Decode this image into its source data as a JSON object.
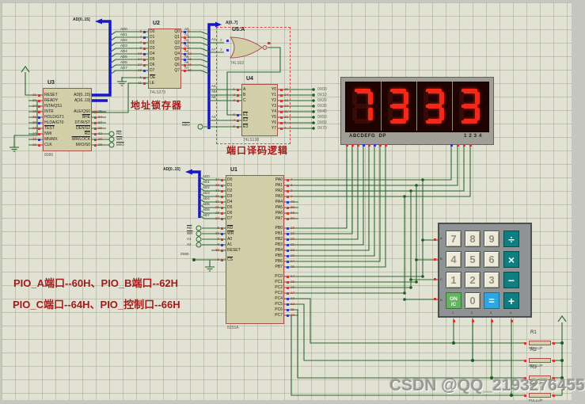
{
  "labels": {
    "address_latch": "地址锁存器",
    "port_decode": "端口译码逻辑",
    "pio_line1": "PIO_A端口--60H、PIO_B端口--62H",
    "pio_line2": "PIO_C端口--64H、PIO_控制口--66H",
    "watermark": "CSDN @QQ_2193276455"
  },
  "buses": {
    "top": "AD[0..15]",
    "mid": "A[0..7]",
    "bottom": "AD[0..15]"
  },
  "chips": {
    "u3": {
      "title": "U3",
      "part": "8086",
      "left": [
        [
          "21",
          "RESET"
        ],
        [
          "22",
          "READY"
        ],
        [
          "24",
          "INTA/QS1"
        ],
        [
          "18",
          "INTR"
        ],
        [
          "31",
          "HOLD/GT1"
        ],
        [
          "30",
          "HLDA/GT0"
        ],
        [
          "23",
          "~TEST"
        ],
        [
          "17",
          "NMI"
        ],
        [
          "33",
          "MN/MX"
        ],
        [
          "19",
          "CLK"
        ]
      ],
      "right": [
        [
          "",
          "AD[0..15]"
        ],
        [
          "",
          "A[16..19]"
        ],
        [
          "25",
          "ALE/QS0"
        ],
        [
          "34",
          "~BHE"
        ],
        [
          "27",
          "DT/R/ST"
        ],
        [
          "26",
          "~DEN/S2"
        ],
        [
          "32",
          "~RD"
        ],
        [
          "29",
          "~WR/LOCK"
        ],
        [
          "28",
          "M/IO/S0"
        ]
      ],
      "states": {
        "l": "rrrrbbrrbr",
        "r": "--rrrrrrr"
      }
    },
    "u2": {
      "title": "U2",
      "part": "74LS373",
      "left": [
        [
          "3",
          "D0"
        ],
        [
          "4",
          "D1"
        ],
        [
          "7",
          "D2"
        ],
        [
          "8",
          "D3"
        ],
        [
          "13",
          "D4"
        ],
        [
          "14",
          "D5"
        ],
        [
          "17",
          "D6"
        ],
        [
          "18",
          "D7"
        ],
        [
          "1",
          "~OE"
        ],
        [
          "11",
          "LE"
        ]
      ],
      "right": [
        [
          "2",
          "Q0"
        ],
        [
          "5",
          "Q1"
        ],
        [
          "6",
          "Q2"
        ],
        [
          "9",
          "Q3"
        ],
        [
          "12",
          "Q4"
        ],
        [
          "15",
          "Q5"
        ],
        [
          "16",
          "Q6"
        ],
        [
          "19",
          "Q7"
        ]
      ],
      "states": {
        "l": "bbrrbrrbrr",
        "r": "brbrbbrr"
      }
    },
    "u5": {
      "title": "U5:A",
      "part": "74LS02",
      "pin_in1": "2",
      "pin_in2": "3",
      "pin_out": "1"
    },
    "u4": {
      "title": "U4",
      "part": "74LS138",
      "left": [
        [
          "1",
          "A"
        ],
        [
          "2",
          "B"
        ],
        [
          "3",
          "C"
        ],
        [
          "6",
          "~E1"
        ],
        [
          "4",
          "~E2"
        ],
        [
          "5",
          "~E3"
        ]
      ],
      "right": [
        [
          "15",
          "Y0"
        ],
        [
          "14",
          "Y1"
        ],
        [
          "13",
          "Y2"
        ],
        [
          "12",
          "Y3"
        ],
        [
          "11",
          "Y4"
        ],
        [
          "10",
          "Y5"
        ],
        [
          "9",
          "Y6"
        ],
        [
          "7",
          "Y7"
        ]
      ],
      "states": {
        "l": "rrrbrr",
        "r": "rrrrrrrr"
      }
    },
    "u1": {
      "title": "U1",
      "part": "8255A",
      "left": [
        [
          "34",
          "D0"
        ],
        [
          "33",
          "D1"
        ],
        [
          "32",
          "D2"
        ],
        [
          "31",
          "D3"
        ],
        [
          "30",
          "D4"
        ],
        [
          "29",
          "D5"
        ],
        [
          "28",
          "D6"
        ],
        [
          "27",
          "D7"
        ],
        [
          "5",
          "~RD"
        ],
        [
          "36",
          "~WR"
        ],
        [
          "9",
          "A0"
        ],
        [
          "8",
          "A1"
        ],
        [
          "35",
          "RESET"
        ],
        [
          "6",
          "~CS"
        ]
      ],
      "right": [
        [
          "4",
          "PA0"
        ],
        [
          "3",
          "PA1"
        ],
        [
          "2",
          "PA2"
        ],
        [
          "1",
          "PA3"
        ],
        [
          "40",
          "PA4"
        ],
        [
          "39",
          "PA5"
        ],
        [
          "38",
          "PA6"
        ],
        [
          "37",
          "PA7"
        ],
        [
          "18",
          "PB0"
        ],
        [
          "19",
          "PB1"
        ],
        [
          "20",
          "PB2"
        ],
        [
          "21",
          "PB3"
        ],
        [
          "22",
          "PB4"
        ],
        [
          "23",
          "PB5"
        ],
        [
          "24",
          "PB6"
        ],
        [
          "25",
          "PB7"
        ],
        [
          "14",
          "PC0"
        ],
        [
          "15",
          "PC1"
        ],
        [
          "16",
          "PC2"
        ],
        [
          "17",
          "PC3"
        ],
        [
          "13",
          "PC4"
        ],
        [
          "12",
          "PC5"
        ],
        [
          "11",
          "PC6"
        ],
        [
          "10",
          "PC7"
        ]
      ],
      "states": {
        "l": "rrrrrrrrrbrbrr",
        "r": "rrrrbrrrbbbbbbbbrrrrbbbb"
      }
    }
  },
  "nets": {
    "u2_in": [
      "AD0",
      "AD1",
      "AD2",
      "AD3",
      "AD4",
      "AD5",
      "AD6",
      "AD7"
    ],
    "u2_out": [
      "A0",
      "A1",
      "A2",
      "A3",
      "A4",
      "A5",
      "A6",
      "A7"
    ],
    "gate_taps": [
      "A1",
      "A7"
    ],
    "u4_taps": [
      "A4",
      "A5",
      "A6",
      "A3"
    ],
    "u4_enable_term": "~M/IO",
    "u1_in": [
      "AD0",
      "AD1",
      "AD2",
      "AD3",
      "AD4",
      "AD5",
      "AD6",
      "AD7"
    ],
    "u1_terms": [
      "~RD",
      "~WR",
      "A1",
      "A2"
    ],
    "u1_cs": "0X60",
    "u3_terms": [
      "~RD",
      "~WR",
      "~M/IO"
    ],
    "ports": [
      "0X00",
      "0X10",
      "0X20",
      "0X30",
      "0X40",
      "0X50",
      "0X60",
      "0X70"
    ]
  },
  "display": {
    "value": "7333",
    "segment_label": "ABCDEFG  DP",
    "digit_label": "1234",
    "pin_states_left": "rrrbrbrr",
    "pin_states_right": "brrr"
  },
  "keypad": {
    "row_labels": [
      "A",
      "B",
      "C",
      "D"
    ],
    "col_labels": [
      "1",
      "2",
      "3",
      "4"
    ],
    "keys": [
      [
        "7",
        "8",
        "9",
        "÷"
      ],
      [
        "4",
        "5",
        "6",
        "×"
      ],
      [
        "1",
        "2",
        "3",
        "−"
      ],
      [
        "ON/C",
        "0",
        "=",
        "+"
      ]
    ],
    "key_types": [
      [
        "num",
        "num",
        "num",
        "op"
      ],
      [
        "num",
        "num",
        "num",
        "op"
      ],
      [
        "num",
        "num",
        "num",
        "op"
      ],
      [
        "onc",
        "num",
        "eq",
        "op"
      ]
    ]
  },
  "resistors": [
    [
      "R1",
      "PULLUP"
    ],
    [
      "R2",
      "PULLUP"
    ],
    [
      "R3",
      "PULLUP"
    ],
    [
      "R4",
      "PULLUP"
    ]
  ],
  "colors": {
    "bus": "#1717c8",
    "wire": "#2a6b2f",
    "red_wire": "#b03030",
    "chip_fill": "#d2cfa8",
    "chip_border": "#a85050",
    "accent": "#a31b1b",
    "seg_on": "#f52718",
    "seg_off": "#3a0a06",
    "state_high": "#d23a3a",
    "state_low": "#3535d2"
  }
}
